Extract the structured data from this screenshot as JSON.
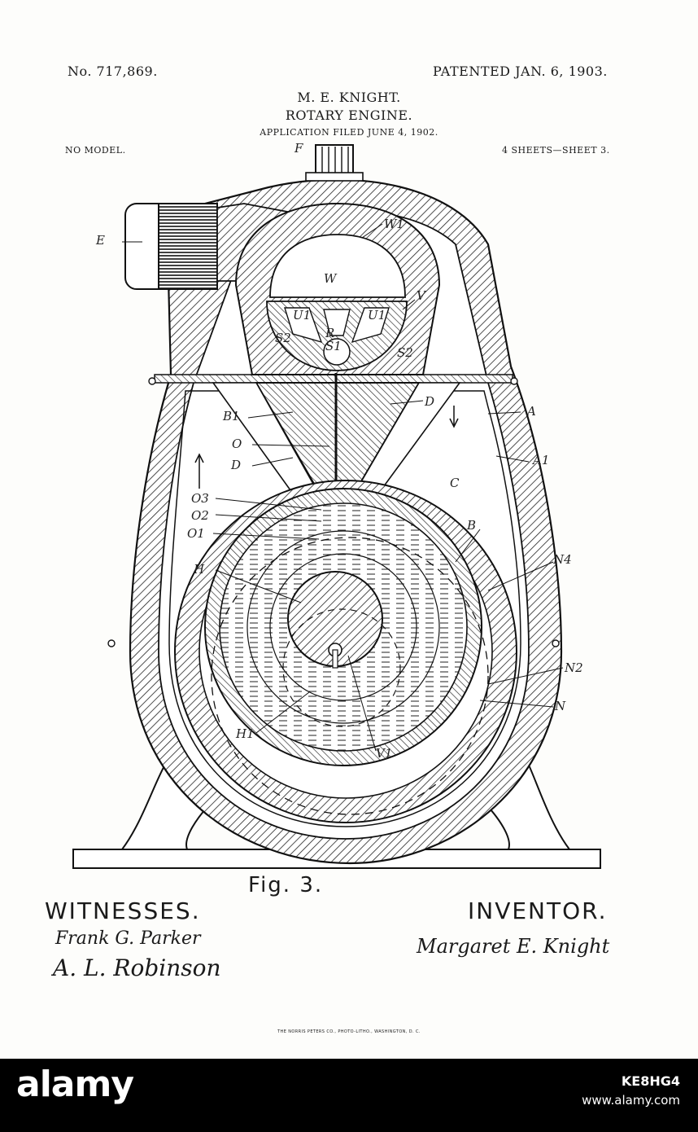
{
  "header": {
    "patent_no": "No. 717,869.",
    "patented": "PATENTED JAN. 6, 1903.",
    "inventor_name": "M. E. KNIGHT.",
    "title": "ROTARY ENGINE.",
    "application": "APPLICATION FILED JUNE 4, 1902.",
    "model": "NO MODEL.",
    "sheets": "4 SHEETS—SHEET 3."
  },
  "figure": {
    "caption": "Fig. 3.",
    "labels": {
      "F": "F",
      "E": "E",
      "W1": "W1",
      "W": "W",
      "V": "V",
      "U1_left": "U1",
      "U1_right": "U1",
      "S2_left": "S2",
      "S2_right": "S2",
      "R": "R",
      "S1": "S1",
      "D_top": "D",
      "A": "A",
      "A1": "A1",
      "B1": "B1",
      "O": "O",
      "D_left": "D",
      "C": "C",
      "O3": "O3",
      "O2": "O2",
      "O1": "O1",
      "B": "B",
      "H": "H",
      "N4": "N4",
      "N2": "N2",
      "N": "N",
      "H1": "H1",
      "V1": "V1"
    }
  },
  "footer": {
    "witnesses_heading": "WITNESSES.",
    "witness_1": "Frank G. Parker",
    "witness_2": "A. L. Robinson",
    "inventor_heading": "INVENTOR.",
    "inventor_signature": "Margaret E. Knight",
    "printer": "THE NORRIS PETERS CO., PHOTO-LITHO., WASHINGTON, D. C."
  },
  "watermark": {
    "logo": "alamy",
    "image_id": "KE8HG4",
    "url": "www.alamy.com"
  }
}
